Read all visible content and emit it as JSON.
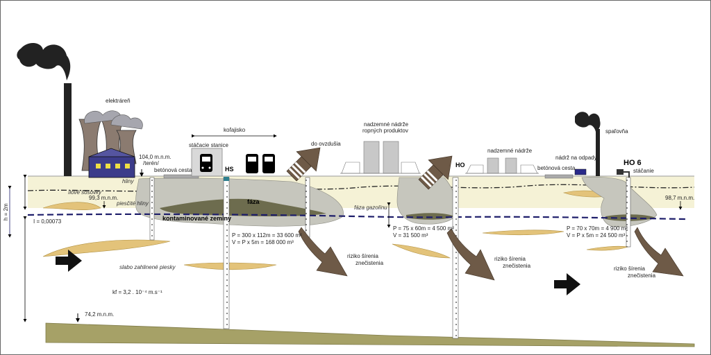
{
  "labels": {
    "power_plant": "elektráreň",
    "elevation_terrain": "104,0 m.n.m.",
    "terrain": "/terén/",
    "concrete_road_left": "betónová cesta",
    "clays": "hliny",
    "silty_lenses": "ílové šošovky",
    "elevation_left": "99,3 m.n.m.",
    "sandy_clays": "piesčité hliny",
    "gradient": "I = 0,00073",
    "contaminated_soil": "kontaminované zeminy",
    "faza": "fáza",
    "rail_yard": "koľajisko",
    "loading_station": "stáčacie stanice",
    "hs": "HS",
    "hs_formula_p": "P = 300 x 112m = 33 600 m²",
    "hs_formula_v": "V = P x 5m = 168 000 m³",
    "to_air": "do ovzdušia",
    "risk_spread_1a": "riziko šírenia",
    "risk_spread_1b": "znečistenia",
    "above_ground_tanks_oil_a": "nadzemné nádrže",
    "above_ground_tanks_oil_b": "ropných produktov",
    "gasoline_phase": "fáza gazolínu",
    "ho": "HO",
    "ho_formula_p": "P = 75 x 60m = 4 500 m²",
    "ho_formula_v": "V = 31 500 m³",
    "risk_spread_2a": "riziko šírenia",
    "risk_spread_2b": "znečistenia",
    "above_ground_tanks": "nadzemné nádrže",
    "waste_tank": "nádrž na odpady",
    "concrete_road_right": "betónová cesta",
    "incinerator": "spaľovňa",
    "ho6": "HO 6",
    "filling": "stáčanie",
    "elevation_right": "98,7 m.n.m.",
    "ho6_formula_p": "P = 70 x 70m = 4 900 m²",
    "ho6_formula_v": "V = P x 5m = 24 500 m³",
    "risk_spread_3a": "riziko šírenia",
    "risk_spread_3b": "znečistenia",
    "weakly_clayey_sands": "slabo zahlinené piesky",
    "kf": "kf = 3,2 . 10⁻⁴ m.s⁻¹",
    "elevation_bottom": "74,2 m.n.m.",
    "h_label": "h = 2m"
  },
  "colors": {
    "surface_layer": "#f5f2d6",
    "clay_lens": "#e3c37a",
    "bottom_layer": "#a6a167",
    "plume": "#c6c6bd",
    "phase": "#6d6c4e",
    "arrow_brown": "#6e5a47",
    "water_table": "#1d1d6a",
    "tank_gray": "#c8c8c8"
  }
}
